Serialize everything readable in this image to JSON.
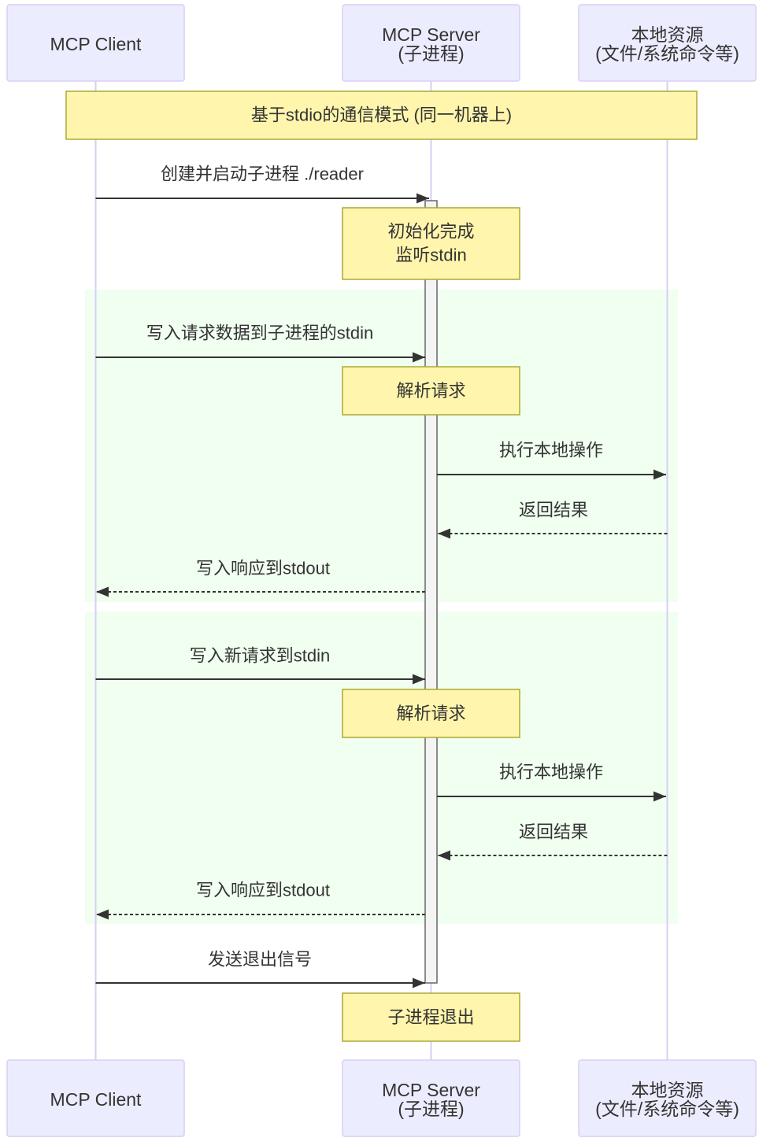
{
  "participants": [
    {
      "lines": [
        "MCP Client"
      ]
    },
    {
      "lines": [
        "MCP Server",
        "(子进程)"
      ]
    },
    {
      "lines": [
        "本地资源",
        "(文件/系统命令等)"
      ]
    }
  ],
  "notes": {
    "mode": "基于stdio的通信模式 (同一机器上)",
    "init": [
      "初始化完成",
      "监听stdin"
    ],
    "parse_first": "解析请求",
    "parse_second": "解析请求",
    "exit": "子进程退出"
  },
  "messages": [
    {
      "text": "创建并启动子进程 ./reader",
      "dashed": false
    },
    {
      "text": "写入请求数据到子进程的stdin",
      "dashed": false
    },
    {
      "text": "执行本地操作",
      "dashed": false
    },
    {
      "text": "返回结果",
      "dashed": true
    },
    {
      "text": "写入响应到stdout",
      "dashed": true
    },
    {
      "text": "写入新请求到stdin",
      "dashed": false
    },
    {
      "text": "执行本地操作",
      "dashed": false
    },
    {
      "text": "返回结果",
      "dashed": true
    },
    {
      "text": "写入响应到stdout",
      "dashed": true
    },
    {
      "text": "发送退出信号",
      "dashed": false
    }
  ],
  "colors": {
    "actor_fill": "#ECECFF",
    "actor_border": "#DACEF3",
    "lifeline": "#DACEF3",
    "note_fill": "#FFF5AD",
    "note_border": "#AAAA33",
    "rect_fill": "#F0FFF0",
    "activation_fill": "#F4F4F4",
    "activation_border": "#666666",
    "line": "#333333",
    "text": "#333333"
  }
}
